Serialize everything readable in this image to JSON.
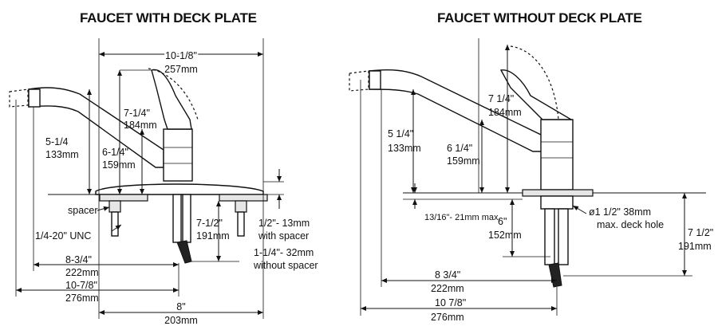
{
  "left": {
    "title": "FAUCET WITH DECK PLATE",
    "dims": {
      "overall_width": "10-1/8\"",
      "overall_width_mm": "257mm",
      "handle_height": "7-1/4\"",
      "handle_height_mm": "184mm",
      "spout_height": "5-1/4",
      "spout_height_mm": "133mm",
      "body_height": "6-1/4\"",
      "body_height_mm": "159mm",
      "below_deck": "7-1/2\"",
      "below_deck_mm": "191mm",
      "spout_reach": "8-3/4\"",
      "spout_reach_mm": "222mm",
      "total_reach": "10-7/8\"",
      "total_reach_mm": "276mm",
      "deck_plate": "8\"",
      "deck_plate_mm": "203mm"
    },
    "labels": {
      "spacer": "spacer",
      "thread": "1/4-20\" UNC",
      "with_spacer": "1/2\"- 13mm",
      "with_spacer_2": "with spacer",
      "without_spacer": "1-1/4\"- 32mm",
      "without_spacer_2": "without spacer"
    }
  },
  "right": {
    "title": "FAUCET WITHOUT DECK PLATE",
    "dims": {
      "handle_height": "7 1/4\"",
      "handle_height_mm": "184mm",
      "spout_height": "5 1/4\"",
      "spout_height_mm": "133mm",
      "body_height": "6 1/4\"",
      "body_height_mm": "159mm",
      "deck_max": "13/16\"- 21mm max.",
      "shank": "6\"",
      "shank_mm": "152mm",
      "hole": "ø1 1/2\" 38mm",
      "hole_2": "max. deck hole",
      "below_deck": "7 1/2\"",
      "below_deck_mm": "191mm",
      "spout_reach": "8 3/4\"",
      "spout_reach_mm": "222mm",
      "total_reach": "10 7/8\"",
      "total_reach_mm": "276mm"
    }
  }
}
